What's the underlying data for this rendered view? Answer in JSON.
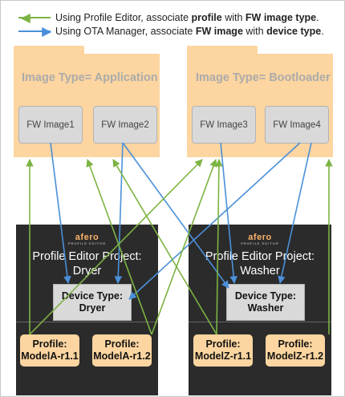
{
  "colors": {
    "green": "#7cb342",
    "blue": "#4a90d9",
    "folder": "#fcd5a0",
    "project": "#2b2b2b"
  },
  "legend": {
    "green": {
      "prefix": "Using Profile Editor, associate ",
      "bold1": "profile",
      "middle": " with ",
      "bold2": "FW image type",
      "suffix": "."
    },
    "blue": {
      "prefix": "Using OTA Manager, associate ",
      "bold1": "FW image",
      "middle": " with ",
      "bold2": "device type",
      "suffix": "."
    }
  },
  "folders": [
    {
      "title": "Image Type= Application",
      "images": [
        "FW Image1",
        "FW Image2"
      ]
    },
    {
      "title": "Image Type= Bootloader",
      "images": [
        "FW Image3",
        "FW Image4"
      ]
    }
  ],
  "logo": {
    "brand": "afero",
    "tagline": "PROFILE EDITOR"
  },
  "projects": [
    {
      "title_line1": "Profile Editor Project:",
      "title_line2": "Dryer",
      "device_line1": "Device Type:",
      "device_line2": "Dryer",
      "profiles": [
        {
          "line1": "Profile:",
          "line2": "ModelA-r1.1"
        },
        {
          "line1": "Profile:",
          "line2": "ModelA-r1.2"
        }
      ]
    },
    {
      "title_line1": "Profile Editor Project:",
      "title_line2": "Washer",
      "device_line1": "Device Type:",
      "device_line2": "Washer",
      "profiles": [
        {
          "line1": "Profile:",
          "line2": "ModelZ-r1.1"
        },
        {
          "line1": "Profile:",
          "line2": "ModelZ-r1.2"
        }
      ]
    }
  ]
}
